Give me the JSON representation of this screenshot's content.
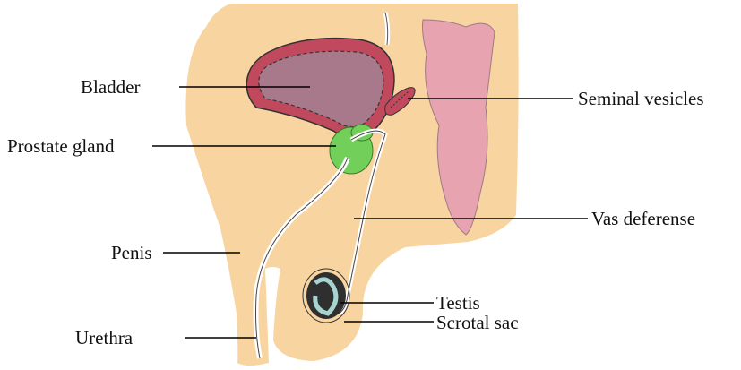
{
  "labels": {
    "bladder": "Bladder",
    "prostate": "Prostate gland",
    "penis": "Penis",
    "urethra": "Urethra",
    "seminal": "Seminal vesicles",
    "vas": "Vas deferense",
    "testis": "Testis",
    "scrotal": "Scrotal sac"
  },
  "colors": {
    "body": "#f8d4a0",
    "bladder_wall": "#c0495d",
    "bladder_inner": "#a7798a",
    "prostate": "#72d05a",
    "rectum": "#e7a4b0",
    "testis": "#2f2f2f",
    "leader": "#000000"
  }
}
